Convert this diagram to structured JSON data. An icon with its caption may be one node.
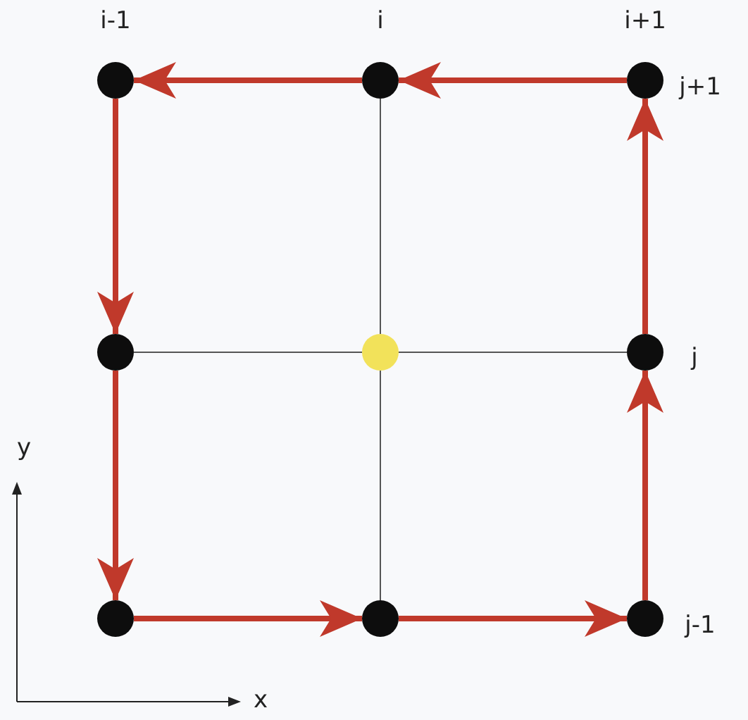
{
  "diagram": {
    "nodes": [
      {
        "text": [],
        "shape": "circle"
      },
      {
        "text": [],
        "shape": "circle"
      },
      {
        "text": [],
        "shape": "circle"
      },
      {
        "text": [],
        "shape": "circle"
      },
      {
        "text": [],
        "shape": "circle"
      },
      {
        "text": [],
        "shape": "circle"
      },
      {
        "text": [],
        "shape": "circle"
      },
      {
        "text": [],
        "shape": "circle"
      },
      {
        "text": [],
        "shape": "circle"
      }
    ],
    "edges": [
      {
        "from": 3,
        "to": 4,
        "arrow": "none",
        "color": "#555555"
      },
      {
        "from": 4,
        "to": 5,
        "arrow": "none",
        "color": "#555555"
      },
      {
        "from": 1,
        "to": 4,
        "arrow": "none",
        "color": "#555555"
      },
      {
        "from": 4,
        "to": 7,
        "arrow": "none",
        "color": "#555555"
      },
      {
        "from": 2,
        "to": 1,
        "arrow": "to"
      },
      {
        "from": 1,
        "to": 0,
        "arrow": "to"
      },
      {
        "from": 0,
        "to": 3,
        "arrow": "to"
      },
      {
        "from": 3,
        "to": 6,
        "arrow": "to"
      },
      {
        "from": 6,
        "to": 7,
        "arrow": "to"
      },
      {
        "from": 7,
        "to": 8,
        "arrow": "to"
      },
      {
        "from": 8,
        "to": 5,
        "arrow": "to"
      },
      {
        "from": 5,
        "to": 2,
        "arrow": "to"
      }
    ],
    "labels": [
      "i-1",
      "i",
      "i+1",
      "j+1",
      "j",
      "y",
      "j-1",
      "x"
    ]
  }
}
